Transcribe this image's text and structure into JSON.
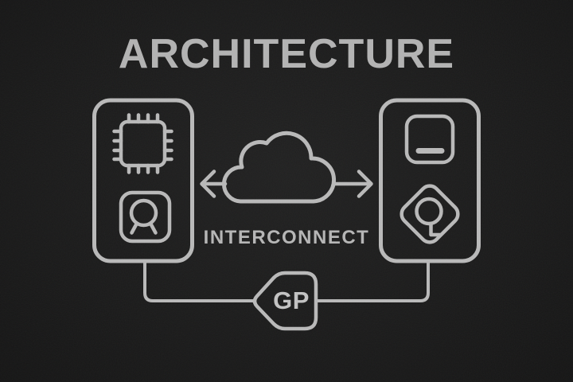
{
  "title": "ARCHITECTURE",
  "diagram": {
    "left_device": {
      "description": "portrait device card",
      "icons": [
        "chip-icon",
        "user-icon"
      ]
    },
    "right_device": {
      "description": "portrait device card",
      "icons": [
        "panel-icon",
        "key-icon"
      ]
    },
    "cloud": {
      "label": "INTERCONNECT",
      "icon": "cloud-icon",
      "arrows": [
        "arrow-left-icon",
        "arrow-right-icon"
      ]
    },
    "badge": {
      "label": "GP",
      "icon": "tag-badge-icon"
    }
  },
  "colors": {
    "background": "#1b1b1b",
    "line": "#b9b9b9",
    "title_text": "#b3b3b3",
    "label_text": "#b6b6b6",
    "badge_text": "#c3c3c3"
  }
}
